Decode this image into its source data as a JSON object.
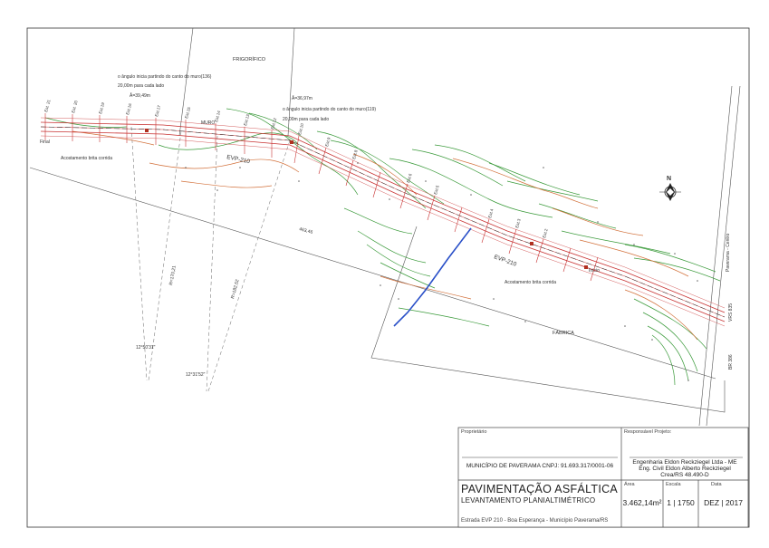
{
  "drawing": {
    "labels": {
      "frigorifico": "FRIGORÍFICO",
      "fabrica": "FÁBRICA",
      "note1_line1": "o ângulo inicia partindo do canto do muro(136)",
      "note1_line2": "20,00m para cada lado",
      "note1_angle": "Â=39,49m",
      "note2_angle": "Â=36,97m",
      "note2_line1": "o ângulo inicia partindo do canto do muro(119)",
      "note2_line2": "20,00m para cada lado",
      "final": "Final",
      "acost1": "Acostamento brita corrida",
      "acost2": "Acostamento brita corrida",
      "evp1": "EVP-210",
      "evp2": "EVP-210",
      "muro": "MURO",
      "r1": "R=170,21",
      "r2": "R=182,52",
      "ang1": "12°50'31\"",
      "ang2": "12°31'52\"",
      "dist": "463,46",
      "inicio": "Início",
      "north": "N",
      "road1": "Paverama - Centro",
      "road2": "VRS 835",
      "road3": "BR 386",
      "est_labels": [
        "Est. 21",
        "Est. 20",
        "Est.19",
        "Est.16",
        "Est.17",
        "Est.15",
        "Est.14",
        "Est.13",
        "Est.12",
        "Est.10",
        "Est.9",
        "Est.8",
        "Est.6",
        "Est.5",
        "Est.4",
        "Est.3",
        "Est.2"
      ]
    }
  },
  "title_block": {
    "owner_label": "Proprietário",
    "owner_text": "MUNICÍPIO DE PAVERAMA  CNPJ: 91.693.317/0001-06",
    "resp_label": "Responsável Projeto:",
    "resp_line1": "Engenharia Eldon Reckziegel Ltda - ME",
    "resp_line2": "Eng. Civil Eldon Alberto Reckziegel",
    "resp_line3": "Crea/RS 48.490-D",
    "title": "PAVIMENTAÇÃO ASFÁLTICA",
    "subtitle": "LEVANTAMENTO PLANIALTIMÉTRICO",
    "location": "Estrada EVP 210 - Boa Esperança - Município Paverama/RS",
    "area_label": "Área",
    "area_value": "3.462,14m²",
    "scale_label": "Escala",
    "scale_value": "1 | 1750",
    "date_label": "Data",
    "date_value": "DEZ | 2017"
  }
}
